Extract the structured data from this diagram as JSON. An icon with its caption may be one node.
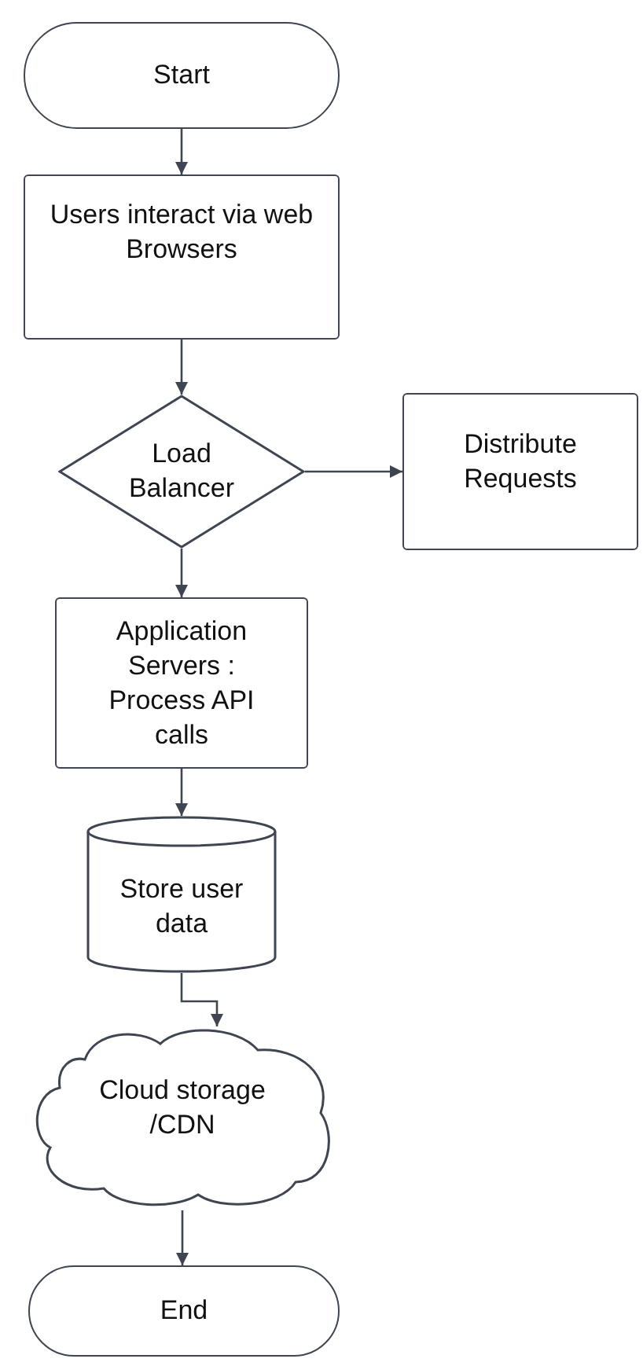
{
  "diagram": {
    "nodes": [
      {
        "text": [
          "Start"
        ]
      },
      {
        "text": [
          "Users interact via web Browsers"
        ]
      },
      {
        "text": [
          "Load Balancer"
        ]
      },
      {
        "text": [
          "Distribute Requests"
        ]
      },
      {
        "text": [
          "Application Servers : Process API calls"
        ]
      },
      {
        "text": [
          "Store user data"
        ]
      },
      {
        "text": [
          "Cloud storage /CDN"
        ]
      },
      {
        "text": [
          "End"
        ]
      }
    ],
    "edges": [
      {
        "from": 0,
        "to": 1,
        "arrow": "to"
      },
      {
        "from": 1,
        "to": 2,
        "arrow": "to"
      },
      {
        "from": 2,
        "to": 3,
        "arrow": "to"
      },
      {
        "from": 2,
        "to": 4,
        "arrow": "to"
      },
      {
        "from": 4,
        "to": 5,
        "arrow": "to"
      },
      {
        "from": 5,
        "to": 6,
        "arrow": "to"
      },
      {
        "from": 6,
        "to": 7,
        "arrow": "to"
      }
    ]
  }
}
